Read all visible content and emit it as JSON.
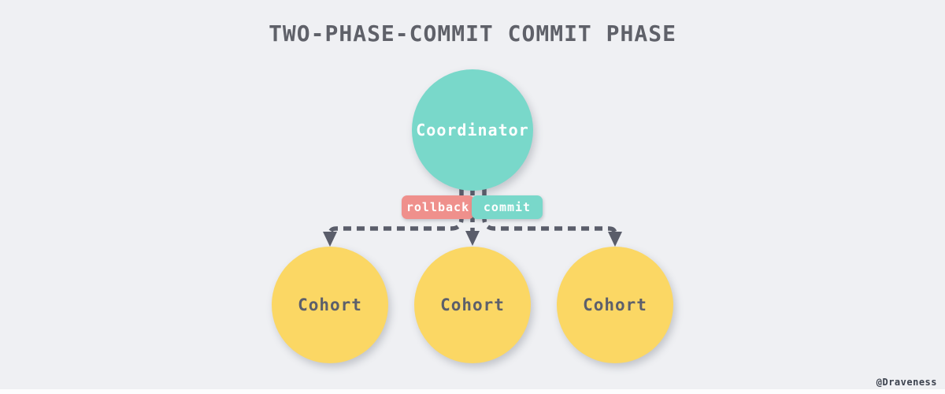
{
  "title": "TWO-PHASE-COMMIT COMMIT PHASE",
  "watermark": "@Draveness",
  "diagram": {
    "type": "flow-diagram",
    "coordinator": {
      "label": "Coordinator"
    },
    "messages": {
      "rollback": "rollback",
      "commit": "commit"
    },
    "cohorts": [
      {
        "label": "Cohort"
      },
      {
        "label": "Cohort"
      },
      {
        "label": "Cohort"
      }
    ],
    "edges": [
      {
        "from": "coordinator",
        "to": "cohort-1",
        "style": "dashed-arrow"
      },
      {
        "from": "coordinator",
        "to": "cohort-2",
        "style": "dashed-arrow"
      },
      {
        "from": "coordinator",
        "to": "cohort-3",
        "style": "dashed-arrow"
      }
    ]
  },
  "colors": {
    "bg": "#EFF0F3",
    "teal": "#79D8CA",
    "yellow": "#FBD764",
    "pink": "#EF908C",
    "line": "#5A5D6A",
    "title": "#5F6169",
    "darktext": "#5C5F6B",
    "watermark": "#3B414D",
    "strip": "#FDFDFE"
  }
}
